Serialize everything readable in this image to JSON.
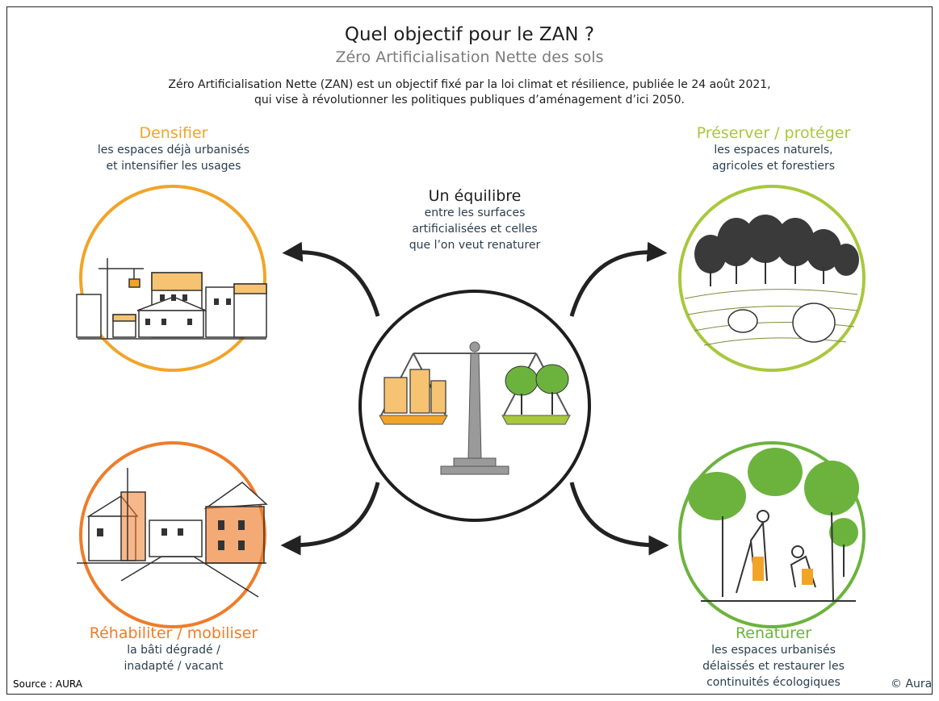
{
  "title": "Quel objectif pour le ZAN ?",
  "subtitle": "Zéro Artificialisation Nette des sols",
  "intro": {
    "line1": "Zéro Artificialisation Nette (ZAN) est un objectif fixé par la loi climat et résilience, publiée le 24 août 2021,",
    "line2": "qui vise à révolutionner les politiques publiques d’aménagement d’ici 2050."
  },
  "center": {
    "heading": "Un équilibre",
    "line1": "entre les surfaces",
    "line2": "artificialisées et celles",
    "line3": "que l’on veut renaturer"
  },
  "quadrants": {
    "densifier": {
      "heading": "Densifier",
      "line1": "les espaces déjà urbanisés",
      "line2": "et intensifier les usages",
      "color": "#f2a428"
    },
    "preserver": {
      "heading": "Préserver / protéger",
      "line1": "les espaces naturels,",
      "line2": "agricoles et forestiers",
      "color": "#a8c83c"
    },
    "rehabiliter": {
      "heading": "Réhabiliter / mobiliser",
      "line1": "la bâti dégradé /",
      "line2": "inadapté / vacant",
      "color": "#ee7d2a"
    },
    "renaturer": {
      "heading": "Renaturer",
      "line1": "les espaces urbanisés",
      "line2": "délaissés et restaurer les",
      "line3": "continuités écologiques",
      "color": "#6cb33e"
    }
  },
  "footer": {
    "source": "Source : AURA",
    "copyright": "© Aura"
  },
  "icons": [
    "scale-icon",
    "city-crane-illustration",
    "forest-field-illustration",
    "village-street-illustration",
    "tree-planting-illustration",
    "arrow-icon"
  ]
}
